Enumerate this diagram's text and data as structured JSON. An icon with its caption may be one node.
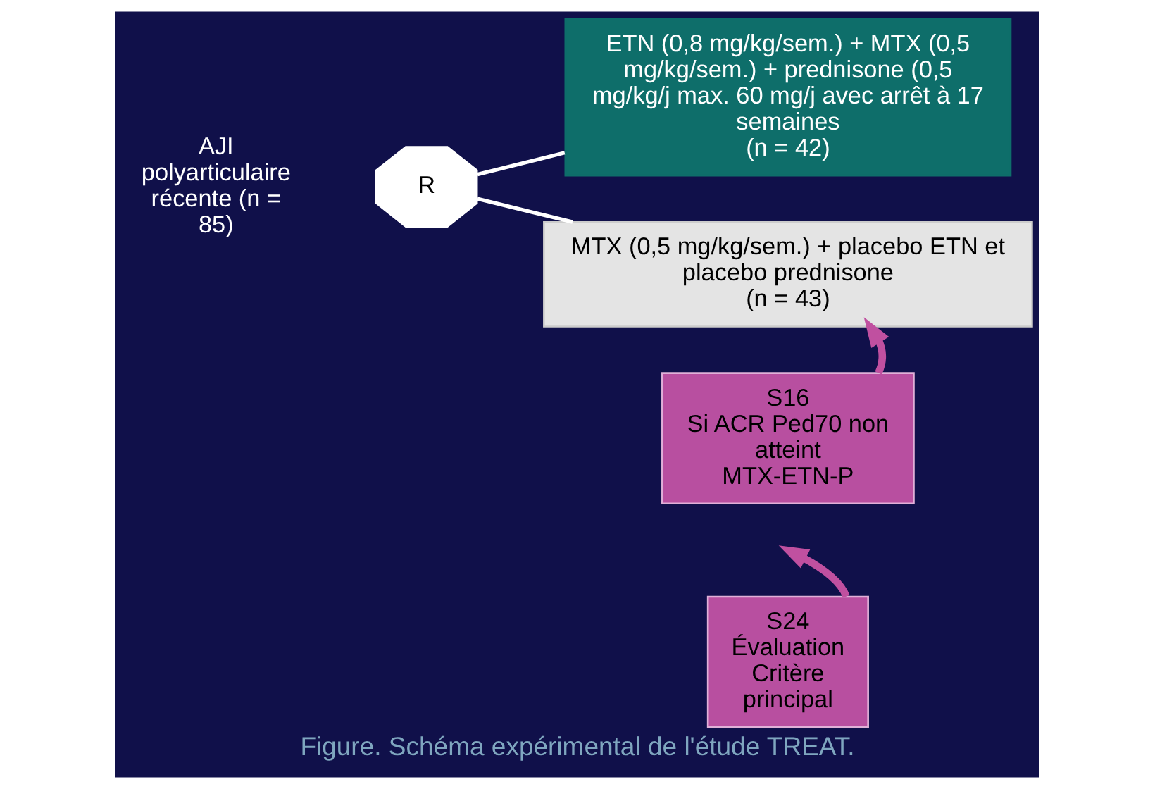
{
  "diagram": {
    "caption": "Figure. Schéma expérimental de l'étude TREAT.",
    "nodes": [
      {
        "text": [
          "R"
        ]
      },
      {
        "text": [
          "ETN (0,8 mg/kg/sem.) + MTX (0,5 mg/kg/sem.) + prednisone (0,5 mg/kg/j max. 60 mg/j avec arrêt à 17 semaines",
          "(n = 42)"
        ]
      },
      {
        "text": [
          "MTX (0,5 mg/kg/sem.) + placebo ETN et placebo prednisone",
          "(n = 43)"
        ]
      },
      {
        "text": [
          "S16",
          "Si ACR Ped70 non atteint",
          "MTX-ETN-P"
        ]
      },
      {
        "text": [
          "S24",
          "Évaluation Critère principal"
        ]
      }
    ],
    "edges": [
      {
        "from": 0,
        "to": 1,
        "arrow": "none",
        "color": "#ffffff"
      },
      {
        "from": 0,
        "to": 2,
        "arrow": "none",
        "color": "#ffffff"
      },
      {
        "from": 3,
        "to": 2,
        "arrow": "to",
        "style": "thick",
        "color": "#c050a0"
      },
      {
        "from": 4,
        "to": null,
        "arrow": "to",
        "style": "thick",
        "color": "#c050a0"
      }
    ],
    "labels": [
      "AJI polyarticulaire récente (n = 85)"
    ]
  }
}
